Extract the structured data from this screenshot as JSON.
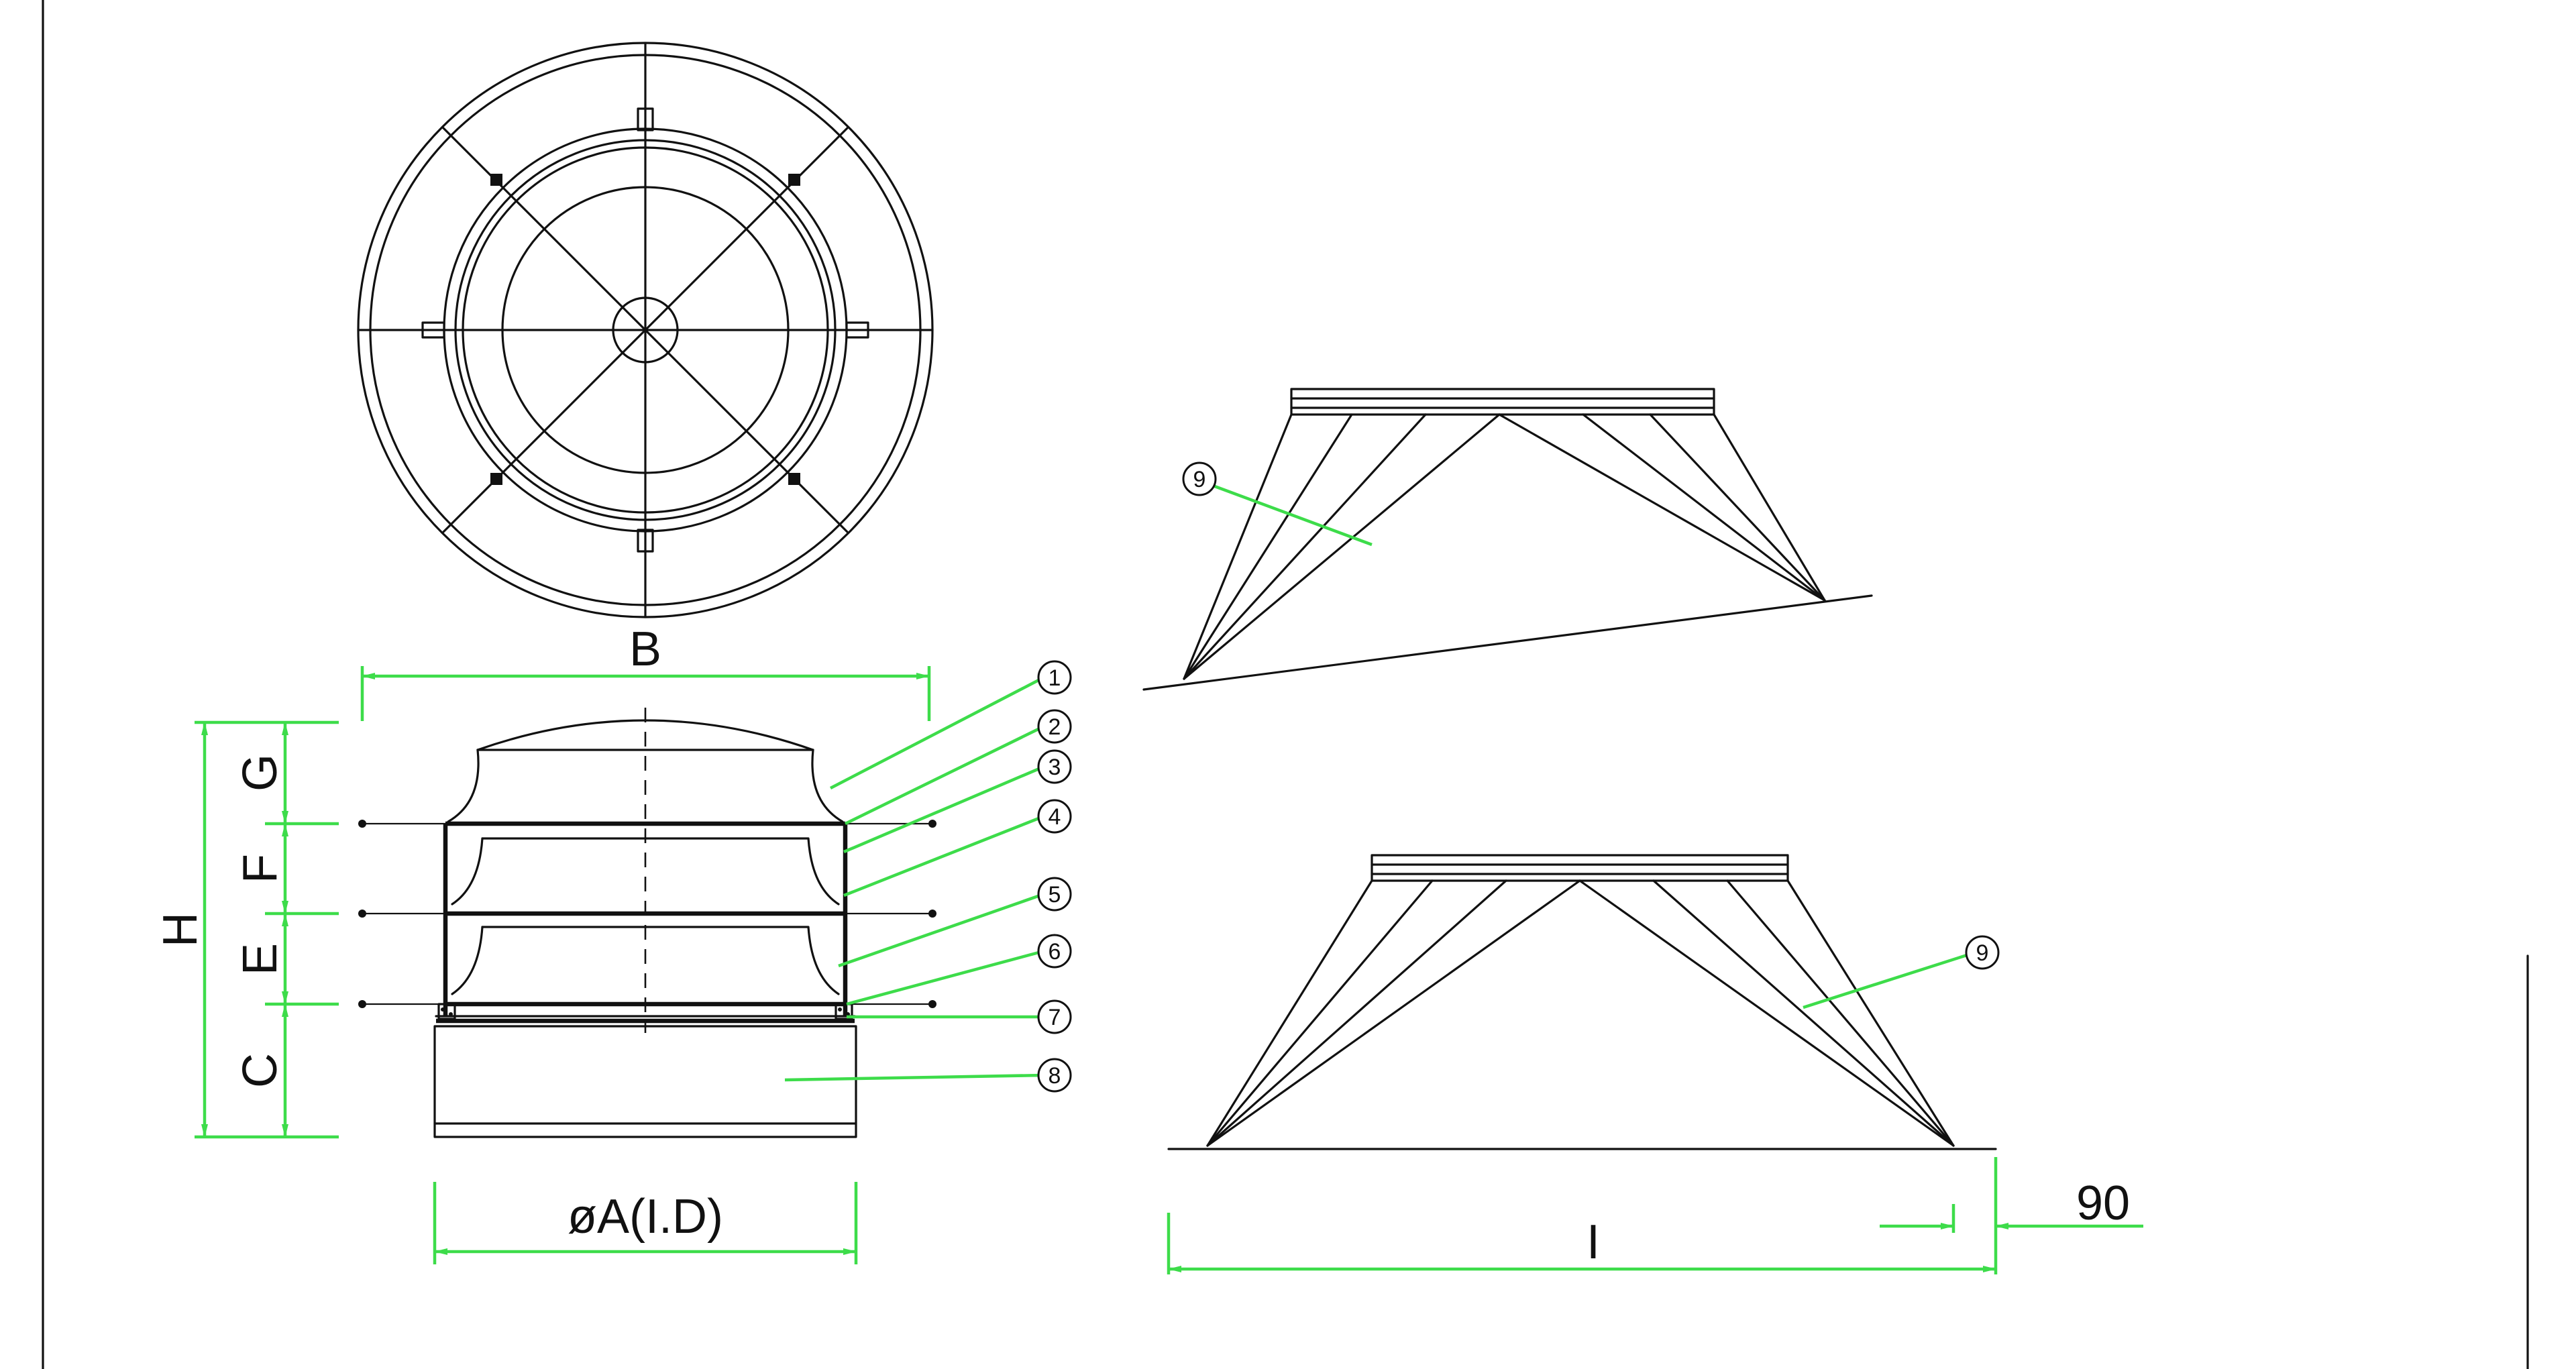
{
  "colors": {
    "line": "#111111",
    "dimension": "#3ddc4a",
    "background": "#ffffff"
  },
  "dimensions": {
    "b": "B",
    "h": "H",
    "g": "G",
    "f": "F",
    "e": "E",
    "c": "C",
    "a": "øA(I.D)",
    "i": "I",
    "ninety": "90"
  },
  "callouts": [
    "1",
    "2",
    "3",
    "4",
    "5",
    "6",
    "7",
    "8",
    "9",
    "9"
  ]
}
